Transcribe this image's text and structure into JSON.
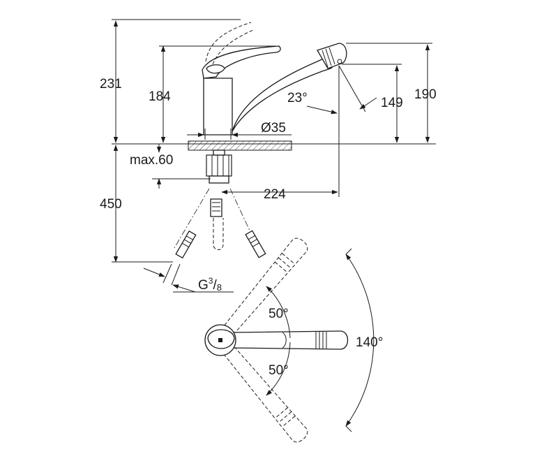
{
  "dimensions": {
    "total_height": "231",
    "lever_height": "184",
    "outlet_height": "190",
    "spray_height": "149",
    "spout_angle": "23°",
    "base_diameter": "Ø35",
    "max_deck_thickness": "max.60",
    "hose_length": "450",
    "spout_reach": "224",
    "connection_thread": {
      "main": "G",
      "sup": "3",
      "sub": "8"
    },
    "swivel_left": "50°",
    "swivel_right": "50°",
    "swivel_total": "140°"
  }
}
